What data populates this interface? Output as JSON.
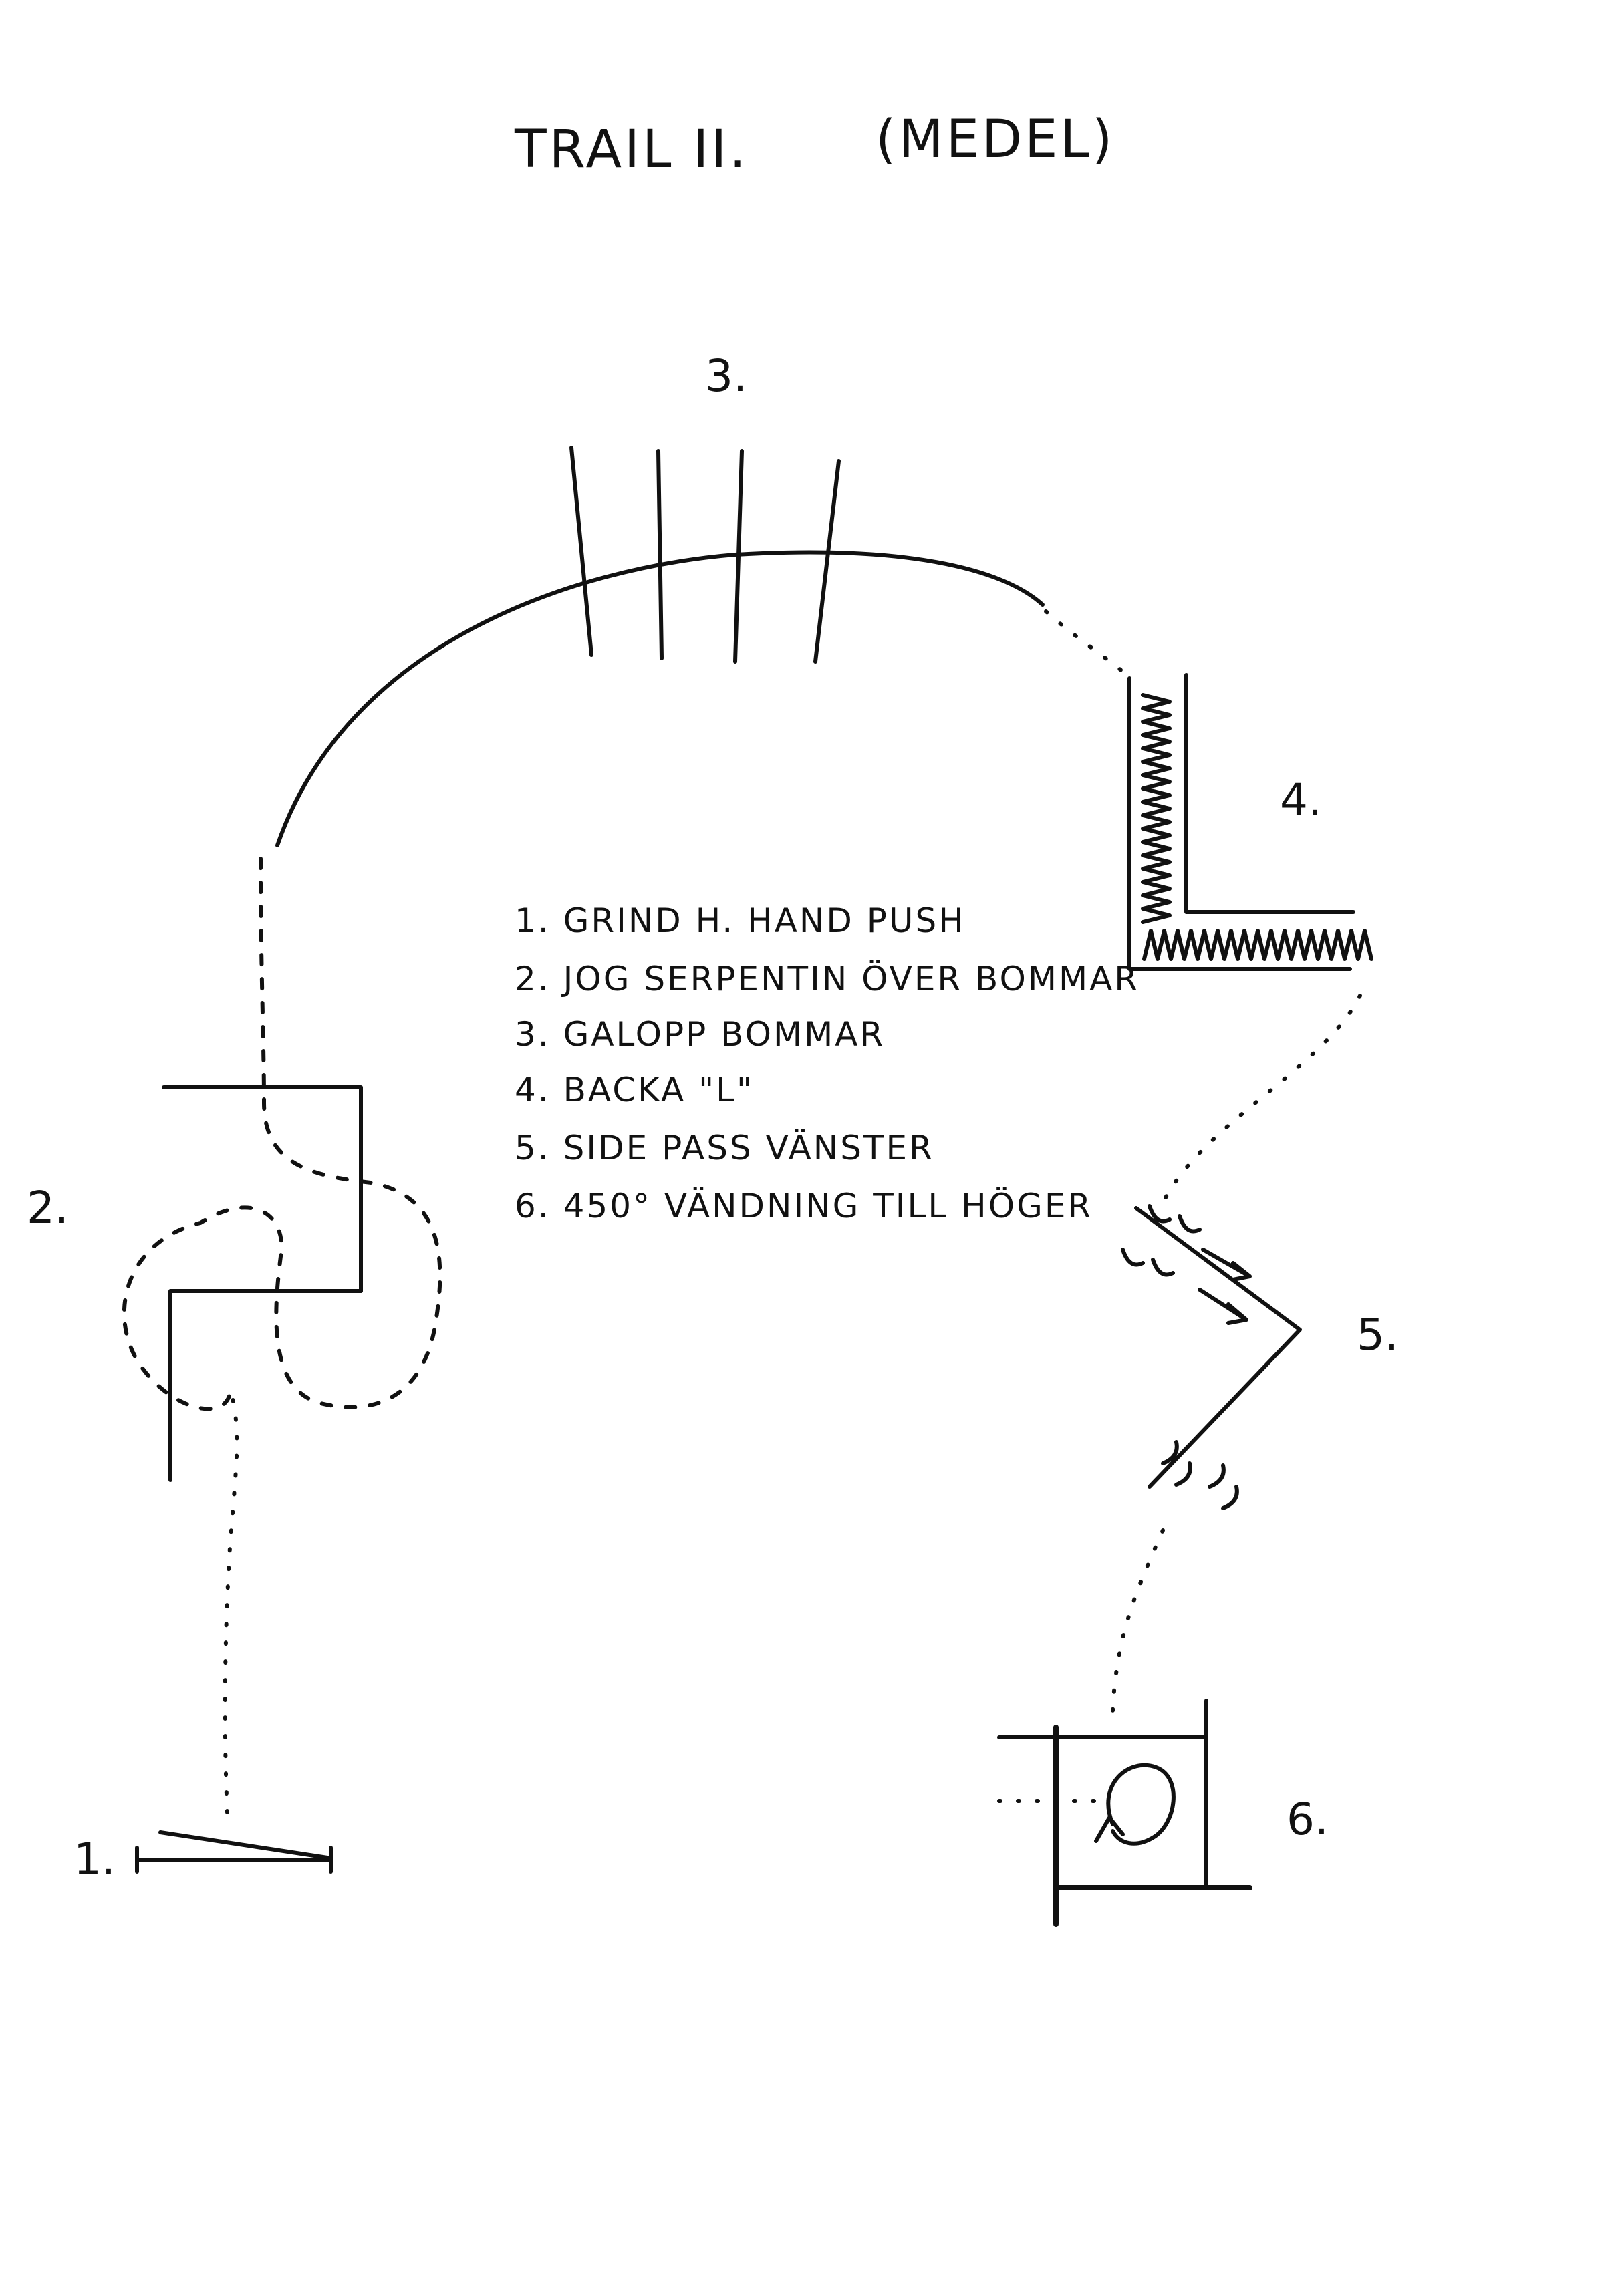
{
  "title": "TRAIL II.",
  "subtitle": "(MEDEL)",
  "obstacle_labels": {
    "o1": "1.",
    "o2": "2.",
    "o3": "3.",
    "o4": "4.",
    "o5": "5.",
    "o6": "6."
  },
  "legend": [
    "1. GRIND H. HAND PUSH",
    "2. JOG SERPENTIN ÖVER BOMMAR",
    "3. GALOPP BOMMAR",
    "4. BACKA \"L\"",
    "5. SIDE PASS VÄNSTER",
    "6. 450° VÄNDNING TILL HÖGER"
  ]
}
